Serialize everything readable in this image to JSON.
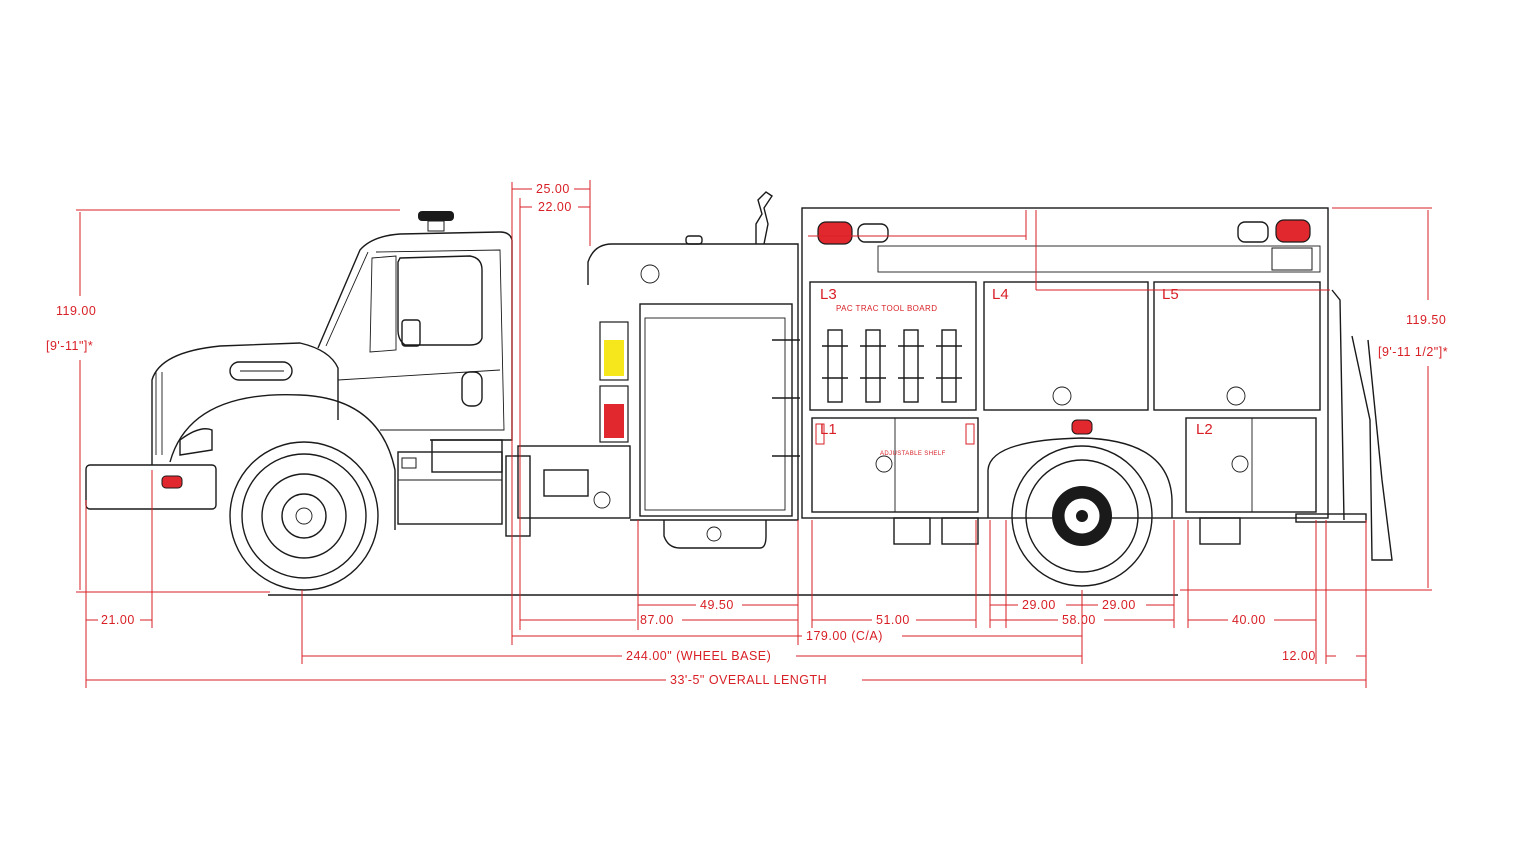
{
  "dimensions": {
    "height_left": "119.00",
    "height_left_ft": "[9'-11\"]*",
    "height_right": "119.50",
    "height_right_ft": "[9'-11 1/2\"]*",
    "top_25": "25.00",
    "top_22": "22.00",
    "front_overhang": "21.00",
    "d_49_50": "49.50",
    "d_87": "87.00",
    "d_51": "51.00",
    "d_29_left": "29.00",
    "d_29_right": "29.00",
    "d_58": "58.00",
    "d_40": "40.00",
    "ca": "179.00 (C/A)",
    "wheel_base": "244.00\" (WHEEL BASE)",
    "rear_overhang": "12.00",
    "overall_length": "33'-5\" OVERALL LENGTH"
  },
  "compartments": {
    "l1": "L1",
    "l2": "L2",
    "l3": "L3",
    "l4": "L4",
    "l5": "L5",
    "tool_board": "PAC TRAC TOOL BOARD",
    "shelf": "ADJUSTABLE SHELF"
  },
  "colors": {
    "dimension_red": "#d81f26",
    "outline_black": "#1a1a1a",
    "amber_light": "#f5e71c",
    "red_light": "#e0282e"
  }
}
